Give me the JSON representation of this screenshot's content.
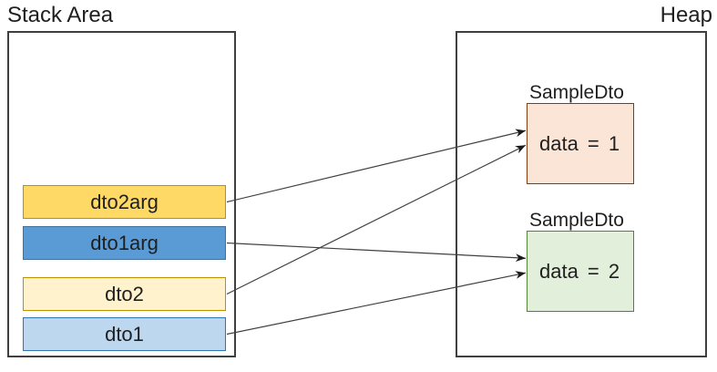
{
  "diagram": {
    "stack": {
      "title": "Stack Area",
      "boxes": [
        {
          "id": "dto2arg",
          "label": "dto2arg",
          "fill": "#FFD966",
          "border": "#BF9000"
        },
        {
          "id": "dto1arg",
          "label": "dto1arg",
          "fill": "#5B9BD5",
          "border": "#41719C"
        },
        {
          "id": "dto2",
          "label": "dto2",
          "fill": "#FFF2CC",
          "border": "#BF9000"
        },
        {
          "id": "dto1",
          "label": "dto1",
          "fill": "#BDD7EE",
          "border": "#2E75B6"
        }
      ]
    },
    "heap": {
      "title": "Heap",
      "objects": [
        {
          "id": "obj1",
          "type_label": "SampleDto",
          "value_text": "data = 1",
          "fill": "#FBE5D6",
          "border": "#843C0C"
        },
        {
          "id": "obj2",
          "type_label": "SampleDto",
          "value_text": "data = 2",
          "fill": "#E2EFDA",
          "border": "#548235"
        }
      ]
    },
    "arrows": [
      {
        "from": "dto2arg",
        "to": "obj1"
      },
      {
        "from": "dto2",
        "to": "obj1"
      },
      {
        "from": "dto1arg",
        "to": "obj2"
      },
      {
        "from": "dto1",
        "to": "obj2"
      }
    ],
    "colors": {
      "frame_border": "#3F3F3F",
      "arrow_line": "#404040",
      "arrow_head": "#1A1A1A",
      "text": "#1F1F1F",
      "background": "#FFFFFF"
    }
  }
}
